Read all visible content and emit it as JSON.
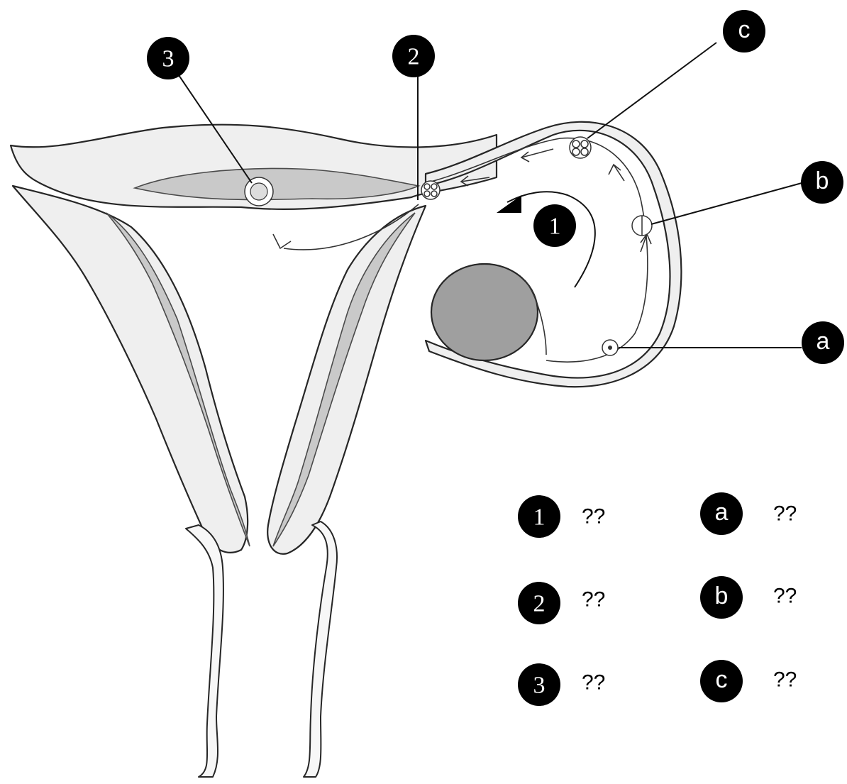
{
  "markers": {
    "one": "1",
    "two": "2",
    "three": "3",
    "a": "a",
    "b": "b",
    "c": "c"
  },
  "legend": [
    {
      "marker": "1",
      "text": "??"
    },
    {
      "marker": "2",
      "text": "??"
    },
    {
      "marker": "3",
      "text": "??"
    },
    {
      "marker": "a",
      "text": "??"
    },
    {
      "marker": "b",
      "text": "??"
    },
    {
      "marker": "c",
      "text": "??"
    }
  ]
}
